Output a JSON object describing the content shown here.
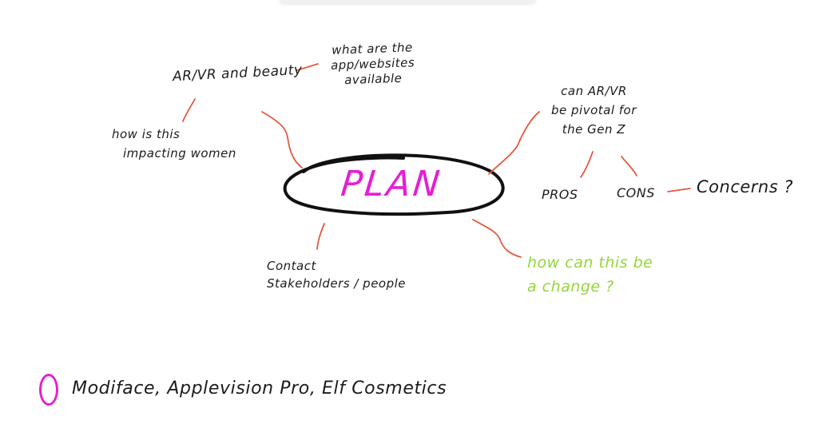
{
  "mindmap": {
    "center": "PLAN",
    "nodes": {
      "ar_vr_beauty": "AR/VR and beauty",
      "apps_websites": [
        "what are the",
        "app/websites",
        "available"
      ],
      "impacting_women": [
        "how is this",
        "impacting women"
      ],
      "genz": [
        "can AR/VR",
        "be pivotal for",
        "the Gen Z"
      ],
      "pros": "PROS",
      "cons": "CONS",
      "concerns": "Concerns ?",
      "contact": [
        "Contact",
        "Stakeholders / people"
      ],
      "change": [
        "how can this be",
        "a change ?"
      ]
    },
    "footnote": "Modiface, Applevision Pro, Elf Cosmetics"
  },
  "colors": {
    "center_text": "#e41fd4",
    "connector": "#e3593e",
    "ellipse": "#111111",
    "ink": "#1b1b1b",
    "green_note": "#93d63a",
    "bullet": "#e41fd4"
  }
}
